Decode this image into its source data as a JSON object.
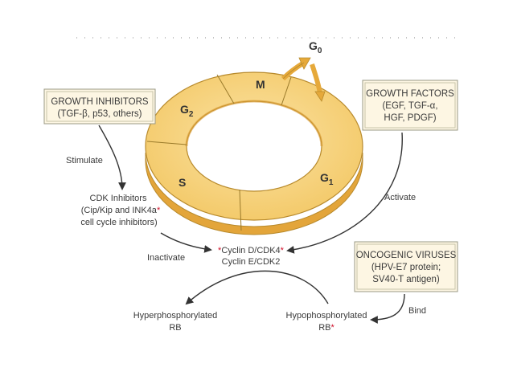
{
  "cycle": {
    "phases": {
      "m": "M",
      "g2": "G2",
      "s": "S",
      "g1": "G1",
      "g0": "G0"
    },
    "sub": {
      "g2": "2",
      "g1": "1",
      "g0": "0"
    }
  },
  "boxes": {
    "growth_inhibitors": {
      "line1": "GROWTH INHIBITORS",
      "line2": "(TGF-β, p53, others)"
    },
    "growth_factors": {
      "line1": "GROWTH FACTORS",
      "line2": "(EGF, TGF-α,",
      "line3": "HGF, PDGF)"
    },
    "oncogenic_viruses": {
      "line1": "ONCOGENIC VIRUSES",
      "line2": "(HPV-E7 protein;",
      "line3": "SV40-T antigen)"
    }
  },
  "labels": {
    "stimulate": "Stimulate",
    "activate": "Activate",
    "inactivate": "Inactivate",
    "bind": "Bind",
    "cdk_inhibitors": {
      "line1": "CDK Inhibitors",
      "line2": "(Cip/Kip and INK4a",
      "line3": "cell cycle inhibitors)"
    },
    "cyclin": {
      "line1": "Cyclin D/CDK4",
      "line2": "Cyclin E/CDK2"
    },
    "hyper": {
      "line1": "Hyperphosphorylated",
      "line2": "RB"
    },
    "hypo": {
      "line1": "Hypophosphorylated",
      "line2": "RB"
    },
    "star": "*"
  },
  "colors": {
    "ring_top": "#f7d27a",
    "ring_side": "#e6a93a",
    "ring_stroke": "#b88a2c",
    "box_fill": "#fdf6e3",
    "box_stroke": "#9a9a86",
    "arrow": "#333333",
    "star": "#d0102a"
  }
}
